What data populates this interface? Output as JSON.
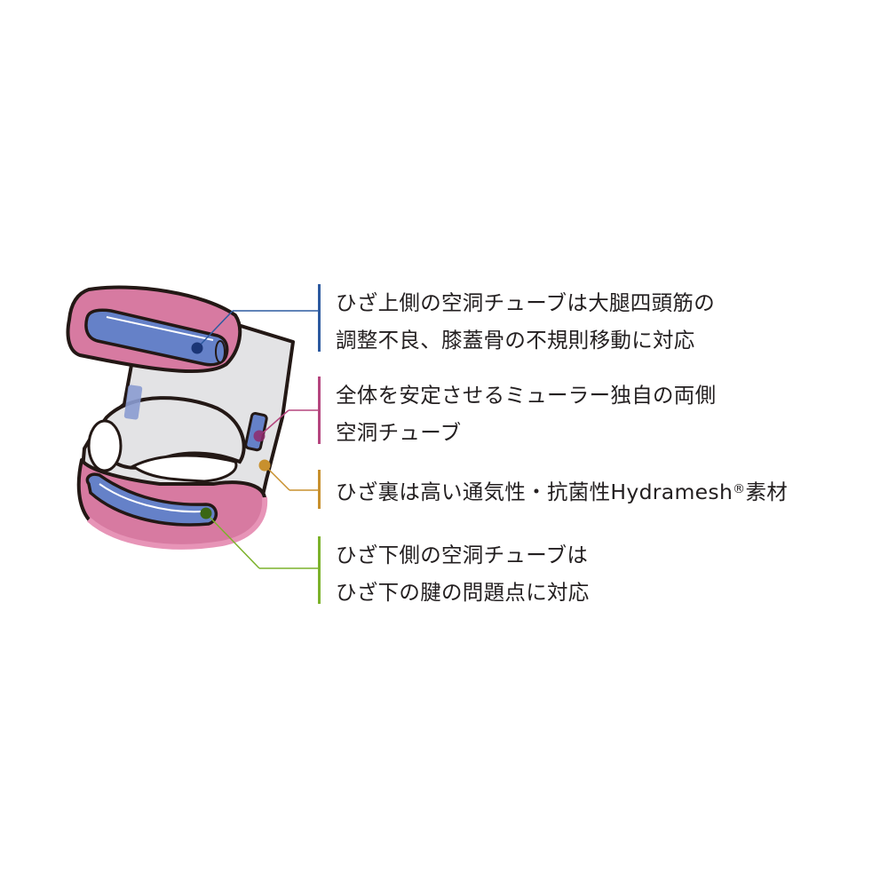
{
  "diagram": {
    "subject": "knee-brace",
    "colors": {
      "pad_pink": "#d77aa1",
      "pad_pink_light": "#e794b7",
      "tube_blue": "#6581c8",
      "body_gray": "#e3e3e5",
      "outline": "#231815"
    },
    "callouts": [
      {
        "id": "upper-tube",
        "color": "#2d5aa0",
        "dot_color": "#1b3576",
        "lines": [
          "ひざ上側の空洞チューブは大腿四頭筋の",
          "調整不良、膝蓋骨の不規則移動に対応"
        ]
      },
      {
        "id": "side-tubes",
        "color": "#b5467f",
        "dot_color": "#8e2b6d",
        "lines": [
          "全体を安定させるミューラー独自の両側",
          "空洞チューブ"
        ]
      },
      {
        "id": "back-mesh",
        "color": "#c8902e",
        "dot_color": "#c8902e",
        "lines_prefix": "ひざ裏は高い通気性・抗菌性Hydramesh",
        "registered_mark": "®",
        "lines_suffix": "素材"
      },
      {
        "id": "lower-tube",
        "color": "#7cb22b",
        "dot_color": "#3a6614",
        "lines": [
          "ひざ下側の空洞チューブは",
          "ひざ下の腱の問題点に対応"
        ]
      }
    ]
  }
}
